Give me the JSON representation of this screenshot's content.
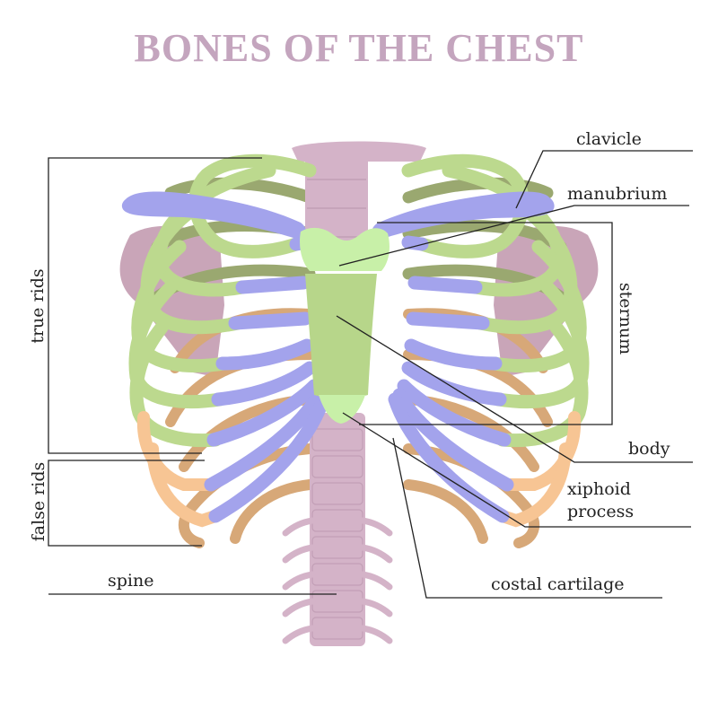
{
  "title": "BONES OF THE CHEST",
  "labels": {
    "clavicle": "clavicle",
    "manubrium": "manubrium",
    "sternum": "sternum",
    "body": "body",
    "xiphoid_line1": "xiphoid",
    "xiphoid_line2": "process",
    "costal_cartilage": "costal cartilage",
    "true_ribs": "true rids",
    "false_ribs": "false rids",
    "spine": "spine"
  },
  "colors": {
    "title": "#c4a5be",
    "spine": "#d4b3c8",
    "scapula": "#c9a5b8",
    "clavicle": "#a3a3ec",
    "manubrium": "#c8f0a8",
    "sternum_body": "#b7d68a",
    "true_rib": "#bcd98e",
    "back_rib": "#9aa870",
    "cartilage": "#a3a3ec",
    "lower_back_rib": "#d7a878",
    "false_rib": "#f7c594",
    "leader_line": "#222222"
  }
}
